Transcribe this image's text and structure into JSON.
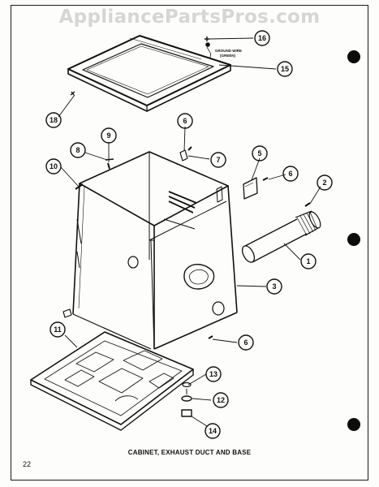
{
  "watermark": "AppliancePartsPros.com",
  "caption": "CABINET, EXHAUST DUCT AND BASE",
  "page_number": "22",
  "note": {
    "line1": "GROUND WIRE",
    "line2": "(GREEN)"
  },
  "callouts": {
    "c1": "1",
    "c2": "2",
    "c3": "3",
    "c5": "5",
    "c6a": "6",
    "c6b": "6",
    "c6c": "6",
    "c7": "7",
    "c8": "8",
    "c9": "9",
    "c10": "10",
    "c11": "11",
    "c12": "12",
    "c13": "13",
    "c14": "14",
    "c15": "15",
    "c16": "16",
    "c18": "18"
  },
  "colors": {
    "ink": "#111111",
    "watermark": "#d6d6d6",
    "paper": "#fdfdfb"
  }
}
